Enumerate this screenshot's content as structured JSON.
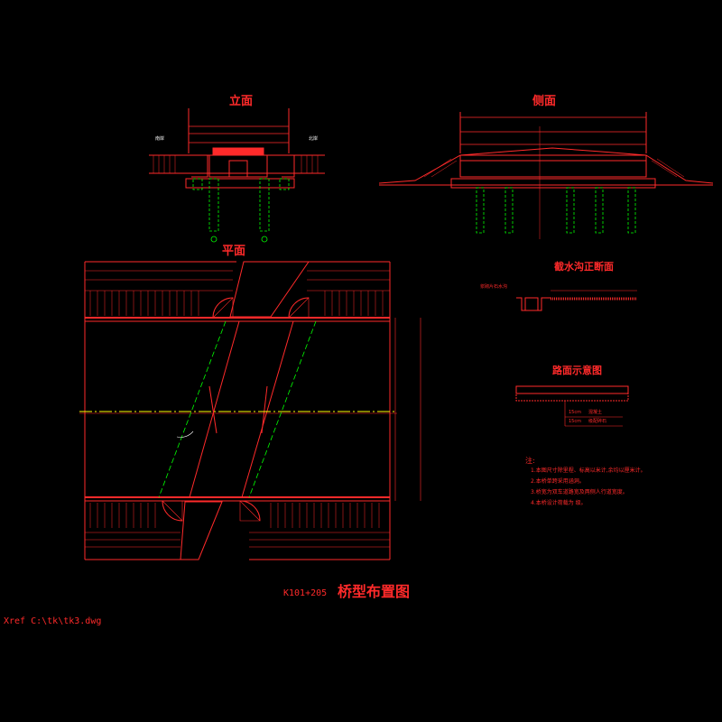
{
  "views": {
    "elevation": {
      "title": "立面",
      "left_label": "南岸",
      "right_label": "北岸"
    },
    "side": {
      "title": "侧面"
    },
    "plan": {
      "title": "平面"
    },
    "ditch_section": {
      "title": "截水沟正断面",
      "left_label": "浆砌片石水沟"
    },
    "pavement_section": {
      "title": "路面示意图",
      "layers": [
        {
          "thickness": "15cm",
          "material": "混凝土"
        },
        {
          "thickness": "15cm",
          "material": "级配碎石"
        }
      ]
    }
  },
  "notes": {
    "heading": "注:",
    "items": [
      "1.本图尺寸除里程、标高以米计,余均以厘米计。",
      "2.本桥单跨采用涵洞。",
      "3.桥宽为双车道路宽及两侧人行道宽度。",
      "4.本桥设计荷载为 级。"
    ]
  },
  "footer": {
    "station": "K101+205",
    "drawing_title": "桥型布置图",
    "xref": "Xref C:\\tk\\tk3.dwg"
  },
  "colors": {
    "line": "#ff2a2a",
    "centerline": "#ffff00",
    "axis": "#00ff00",
    "text_white": "#ffffff",
    "background": "#000000"
  }
}
